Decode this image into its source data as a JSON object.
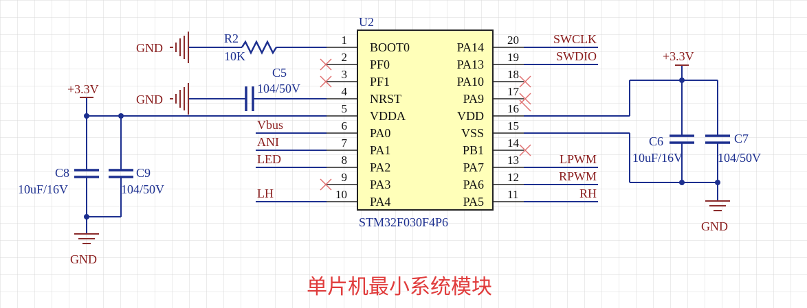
{
  "chip": {
    "ref": "U2",
    "part": "STM32F030F4P6",
    "left_pins": [
      {
        "num": "1",
        "name": "BOOT0"
      },
      {
        "num": "2",
        "name": "PF0"
      },
      {
        "num": "3",
        "name": "PF1"
      },
      {
        "num": "4",
        "name": "NRST"
      },
      {
        "num": "5",
        "name": "VDDA"
      },
      {
        "num": "6",
        "name": "PA0"
      },
      {
        "num": "7",
        "name": "PA1"
      },
      {
        "num": "8",
        "name": "PA2"
      },
      {
        "num": "9",
        "name": "PA3"
      },
      {
        "num": "10",
        "name": "PA4"
      }
    ],
    "right_pins": [
      {
        "num": "20",
        "name": "PA14"
      },
      {
        "num": "19",
        "name": "PA13"
      },
      {
        "num": "18",
        "name": "PA10"
      },
      {
        "num": "17",
        "name": "PA9"
      },
      {
        "num": "16",
        "name": "VDD"
      },
      {
        "num": "15",
        "name": "VSS"
      },
      {
        "num": "14",
        "name": "PB1"
      },
      {
        "num": "13",
        "name": "PA7"
      },
      {
        "num": "12",
        "name": "PA6"
      },
      {
        "num": "11",
        "name": "PA5"
      }
    ]
  },
  "nets": {
    "pa14": "SWCLK",
    "pa13": "SWDIO",
    "pa7": "LPWM",
    "pa6": "RPWM",
    "pa5": "RH",
    "pa0": "Vbus",
    "pa1": "ANI",
    "pa2": "LED",
    "pa4": "LH"
  },
  "components": {
    "r2": {
      "ref": "R2",
      "value": "10K"
    },
    "c5": {
      "ref": "C5",
      "value": "104/50V"
    },
    "c6": {
      "ref": "C6",
      "value": "10uF/16V"
    },
    "c7": {
      "ref": "C7",
      "value": "104/50V"
    },
    "c8": {
      "ref": "C8",
      "value": "10uF/16V"
    },
    "c9": {
      "ref": "C9",
      "value": "104/50V"
    }
  },
  "power": {
    "gnd": "GND",
    "vcc": "+3.3V"
  },
  "title": "单片机最小系统模块",
  "colors": {
    "wire": "#1c2f8f",
    "chip_fill": "#ffffb9",
    "net_label": "#8a1d1d",
    "title": "#e03c3c",
    "grid": "#d6d6d6",
    "no_connect": "#e07070"
  }
}
